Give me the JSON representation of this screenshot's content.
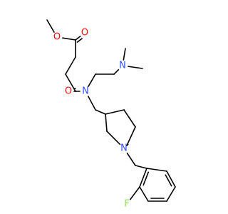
{
  "molecule": {
    "atoms": [
      {
        "id": "me1",
        "symbol": ""
      },
      {
        "id": "o1",
        "symbol": "O"
      },
      {
        "id": "c1",
        "symbol": ""
      },
      {
        "id": "o2",
        "symbol": "O"
      },
      {
        "id": "c2",
        "symbol": ""
      },
      {
        "id": "c3",
        "symbol": ""
      },
      {
        "id": "c4",
        "symbol": ""
      },
      {
        "id": "o3",
        "symbol": "O"
      },
      {
        "id": "n1",
        "symbol": "N"
      },
      {
        "id": "c5",
        "symbol": ""
      },
      {
        "id": "c6",
        "symbol": ""
      },
      {
        "id": "n2",
        "symbol": "N"
      },
      {
        "id": "me2",
        "symbol": ""
      },
      {
        "id": "me3",
        "symbol": ""
      },
      {
        "id": "c7",
        "symbol": ""
      },
      {
        "id": "r1",
        "symbol": ""
      },
      {
        "id": "r2",
        "symbol": ""
      },
      {
        "id": "r3",
        "symbol": ""
      },
      {
        "id": "r4",
        "symbol": ""
      },
      {
        "id": "n3",
        "symbol": "N"
      },
      {
        "id": "r5",
        "symbol": ""
      },
      {
        "id": "c8",
        "symbol": ""
      },
      {
        "id": "b1",
        "symbol": ""
      },
      {
        "id": "b2",
        "symbol": ""
      },
      {
        "id": "b3",
        "symbol": ""
      },
      {
        "id": "b4",
        "symbol": ""
      },
      {
        "id": "b5",
        "symbol": ""
      },
      {
        "id": "b6",
        "symbol": ""
      },
      {
        "id": "f1",
        "symbol": "F"
      }
    ],
    "bonds": [
      {
        "a": "me1",
        "b": "o1",
        "order": 1
      },
      {
        "a": "o1",
        "b": "c1",
        "order": 1
      },
      {
        "a": "c1",
        "b": "o2",
        "order": 2
      },
      {
        "a": "c1",
        "b": "c2",
        "order": 1
      },
      {
        "a": "c2",
        "b": "c3",
        "order": 1
      },
      {
        "a": "c3",
        "b": "c4",
        "order": 1
      },
      {
        "a": "c4",
        "b": "o3",
        "order": 2
      },
      {
        "a": "c4",
        "b": "n1",
        "order": 1
      },
      {
        "a": "n1",
        "b": "c5",
        "order": 1
      },
      {
        "a": "c5",
        "b": "c6",
        "order": 1
      },
      {
        "a": "c6",
        "b": "n2",
        "order": 1
      },
      {
        "a": "n2",
        "b": "me2",
        "order": 1
      },
      {
        "a": "n2",
        "b": "me3",
        "order": 1
      },
      {
        "a": "n1",
        "b": "c7",
        "order": 1
      },
      {
        "a": "c7",
        "b": "r1",
        "order": 1
      },
      {
        "a": "r1",
        "b": "r2",
        "order": 1
      },
      {
        "a": "r2",
        "b": "r3",
        "order": 1
      },
      {
        "a": "r3",
        "b": "r4",
        "order": 1
      },
      {
        "a": "r4",
        "b": "n3",
        "order": 1
      },
      {
        "a": "n3",
        "b": "r5",
        "order": 1
      },
      {
        "a": "r5",
        "b": "r1",
        "order": 1
      },
      {
        "a": "n3",
        "b": "c8",
        "order": 1
      },
      {
        "a": "c8",
        "b": "b1",
        "order": 1
      },
      {
        "a": "b1",
        "b": "b2",
        "order": 2
      },
      {
        "a": "b2",
        "b": "b3",
        "order": 1
      },
      {
        "a": "b3",
        "b": "b4",
        "order": 2
      },
      {
        "a": "b4",
        "b": "b5",
        "order": 1
      },
      {
        "a": "b5",
        "b": "b6",
        "order": 2
      },
      {
        "a": "b6",
        "b": "b1",
        "order": 1
      },
      {
        "a": "b2",
        "b": "f1",
        "order": 1
      }
    ],
    "colors": {
      "carbon_bond": "#000000",
      "oxygen": "#ff0d0d",
      "nitrogen": "#3050f8",
      "fluorine": "#90e050"
    }
  }
}
